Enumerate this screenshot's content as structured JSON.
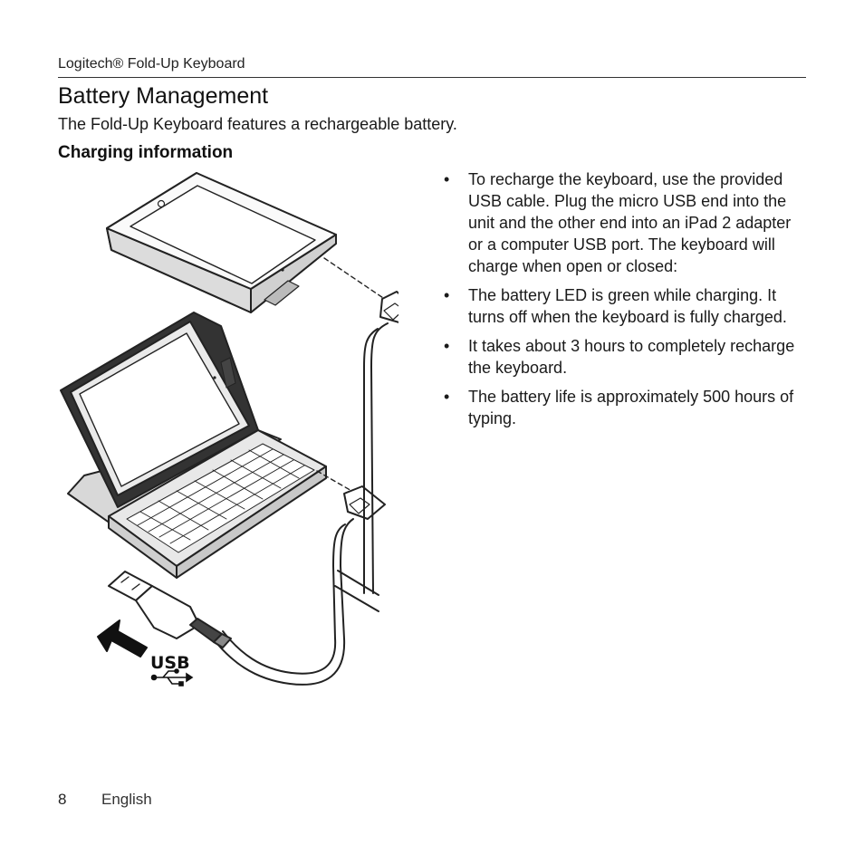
{
  "header": {
    "brand": "Logitech® Fold-Up Keyboard"
  },
  "title": "Battery Management",
  "intro": "The Fold-Up Keyboard features a rechargeable battery.",
  "section": {
    "heading": "Charging information",
    "bullets": [
      "To recharge the keyboard, use the provided USB cable. Plug the micro USB end into the unit and the other end into an iPad 2 adapter or a computer USB port. The keyboard will charge when open or closed:",
      "The battery LED is green while charging. It turns off when the keyboard is fully charged.",
      "It takes about 3 hours to completely recharge the keyboard.",
      "The battery life is approximately 500 hours of typing."
    ]
  },
  "illustration": {
    "usb_label": "USB",
    "usb_symbol_icon": "usb-icon",
    "arrow_icon": "arrow-up-left-icon"
  },
  "footer": {
    "page_number": "8",
    "language": "English"
  }
}
